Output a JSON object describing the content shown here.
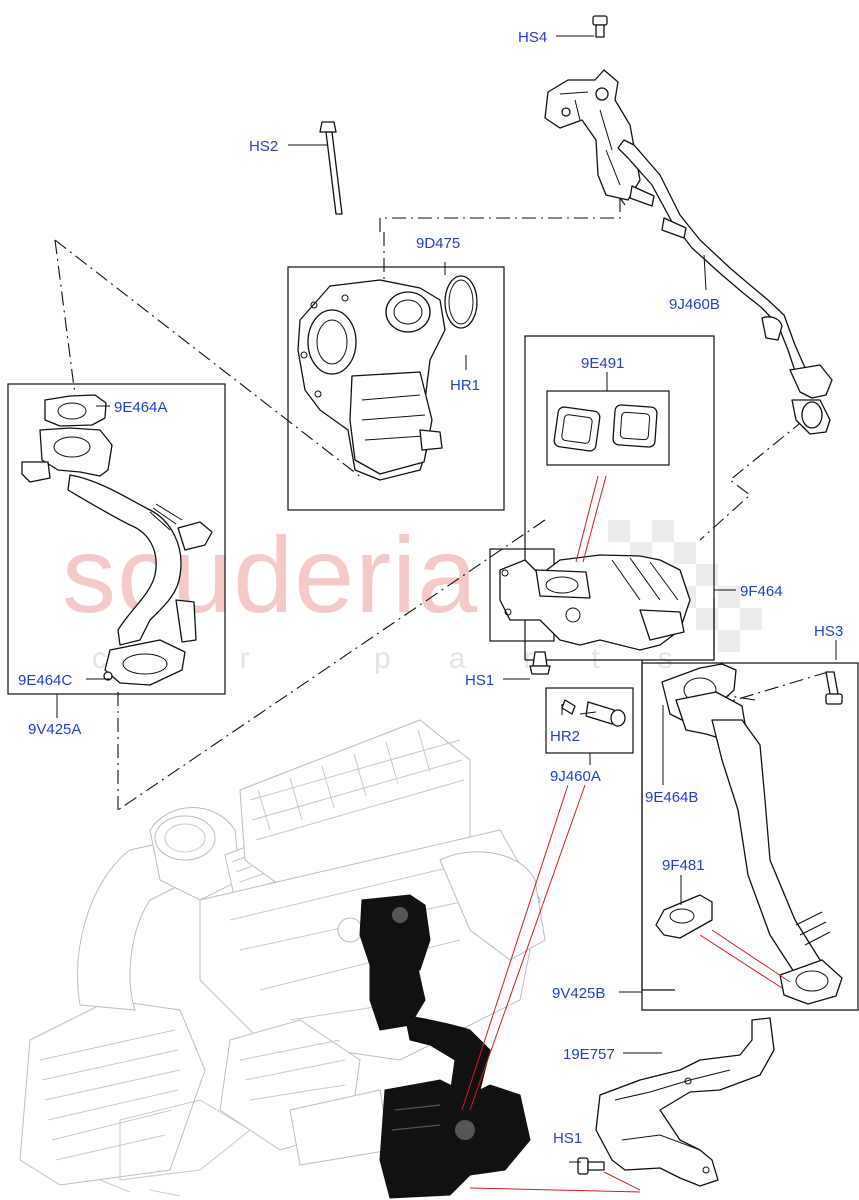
{
  "watermark": {
    "brand": "scuderia",
    "tagline": "car parts"
  },
  "callouts": {
    "hs4": "HS4",
    "hs2": "HS2",
    "part_9d475": "9D475",
    "hr1": "HR1",
    "part_9j460b": "9J460B",
    "part_9e464a": "9E464A",
    "part_9e491": "9E491",
    "part_9f464": "9F464",
    "hs3": "HS3",
    "hs1_upper": "HS1",
    "part_9e464c": "9E464C",
    "part_9v425a": "9V425A",
    "hr2": "HR2",
    "part_9j460a": "9J460A",
    "part_9e464b": "9E464B",
    "part_9f481": "9F481",
    "part_9v425b": "9V425B",
    "part_19e757": "19E757",
    "hs1_lower": "HS1"
  },
  "colors": {
    "callout_text": "#1f3fd6",
    "leader_highlight": "#e01818",
    "watermark": "#f6c9c9"
  }
}
